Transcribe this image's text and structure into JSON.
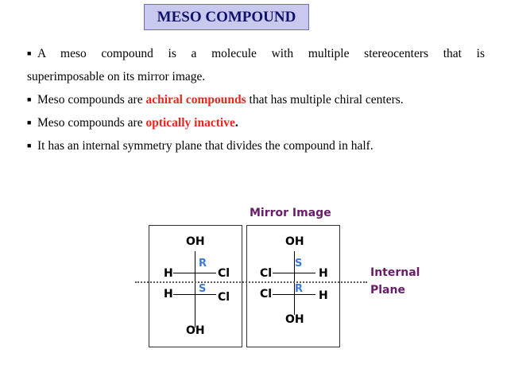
{
  "title": "MESO COMPOUND",
  "bullets": [
    {
      "pre": "A meso compound is a molecule with multiple stereocenters that is",
      "cont": "superimposable on its mirror image."
    },
    {
      "pre": "Meso compounds are ",
      "em": "achiral compounds",
      "post": " that has multiple chiral centers."
    },
    {
      "pre": "Meso compounds are ",
      "em": "optically inactive",
      "post": "."
    },
    {
      "pre": "It has an internal symmetry plane that divides the compound in half."
    }
  ],
  "diagram": {
    "mirror_label": "Mirror Image",
    "plane_label_1": "Internal",
    "plane_label_2": "Plane",
    "left": {
      "top": "OH",
      "bottom": "OH",
      "h1": "H",
      "cl1": "Cl",
      "h2": "H",
      "cl2": "Cl",
      "c1": "R",
      "c2": "S"
    },
    "right": {
      "top": "OH",
      "bottom": "OH",
      "cl1": "Cl",
      "h1": "H",
      "cl2": "Cl",
      "h2": "H",
      "c1": "S",
      "c2": "R"
    }
  },
  "colors": {
    "title_bg": "#c9c8ee",
    "title_text": "#11116b",
    "emphasis": "#e8251e",
    "label": "#6a1b6a",
    "stereo": "#3b7ad6"
  }
}
